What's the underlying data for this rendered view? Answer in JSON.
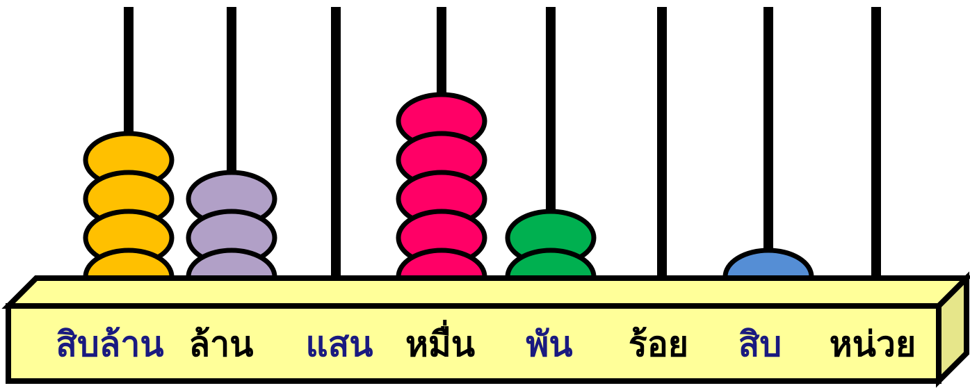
{
  "abacus": {
    "frame_fill": "#FFFF99",
    "frame_side_fill": "#E6E68A",
    "outline_color": "#000000",
    "columns": [
      {
        "label": "สิบล้าน",
        "label_color": "#1A1A80",
        "beads": 4,
        "bead_color": "#FFC000"
      },
      {
        "label": "ล้าน",
        "label_color": "#000000",
        "beads": 3,
        "bead_color": "#B1A0C7"
      },
      {
        "label": "แสน",
        "label_color": "#1A1A80",
        "beads": 0,
        "bead_color": ""
      },
      {
        "label": "หมื่น",
        "label_color": "#000000",
        "beads": 5,
        "bead_color": "#FF0066"
      },
      {
        "label": "พัน",
        "label_color": "#1A1A80",
        "beads": 2,
        "bead_color": "#00B050"
      },
      {
        "label": "ร้อย",
        "label_color": "#000000",
        "beads": 0,
        "bead_color": ""
      },
      {
        "label": "สิบ",
        "label_color": "#1A1A80",
        "beads": 1,
        "bead_color": "#558ED5"
      },
      {
        "label": "หน่วย",
        "label_color": "#000000",
        "beads": 0,
        "bead_color": ""
      }
    ]
  }
}
